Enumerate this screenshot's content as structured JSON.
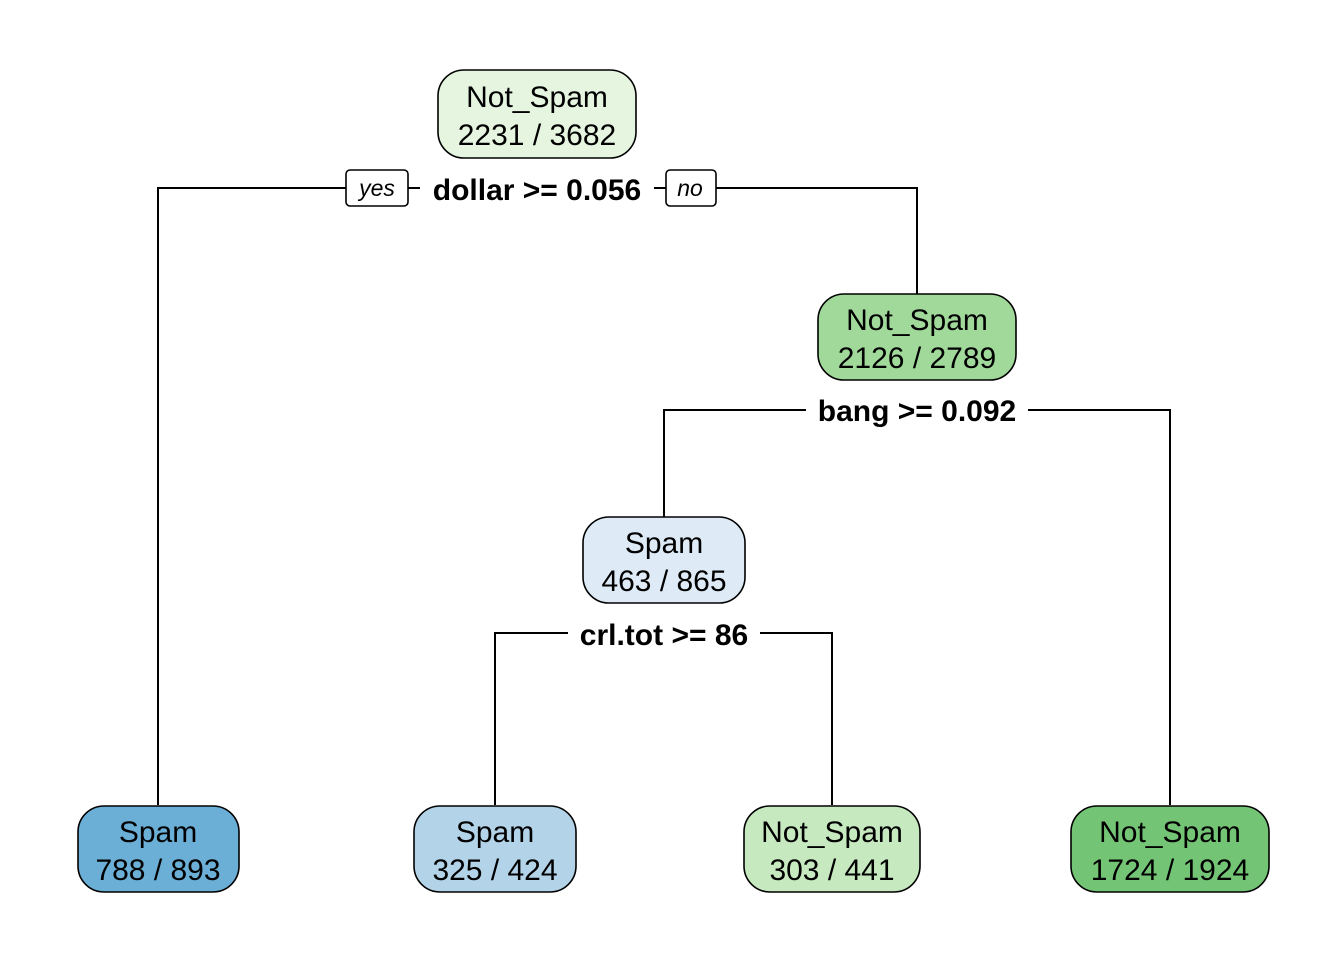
{
  "tree": {
    "branch_labels": {
      "yes": "yes",
      "no": "no"
    },
    "colors": {
      "spam_dark": "#6BAED6",
      "spam_mid": "#B3D3E8",
      "spam_light": "#DEEBF7",
      "not_spam_dark": "#74C476",
      "not_spam_mid": "#A1D99B",
      "not_spam_light": "#C7E9C0",
      "not_spam_pale": "#E5F5E0",
      "outline": "#000000"
    },
    "nodes": [
      {
        "id": "root",
        "label": "Not_Spam",
        "counts": "2231 / 3682",
        "fill": "#E5F5E0"
      },
      {
        "id": "n2",
        "label": "Not_Spam",
        "counts": "2126 / 2789",
        "fill": "#A1D99B"
      },
      {
        "id": "n3",
        "label": "Spam",
        "counts": "463 / 865",
        "fill": "#DEEBF7"
      },
      {
        "id": "leaf1",
        "label": "Spam",
        "counts": "788 / 893",
        "fill": "#6BAED6"
      },
      {
        "id": "leaf2",
        "label": "Spam",
        "counts": "325 / 424",
        "fill": "#B3D3E8"
      },
      {
        "id": "leaf3",
        "label": "Not_Spam",
        "counts": "303 / 441",
        "fill": "#C7E9C0"
      },
      {
        "id": "leaf4",
        "label": "Not_Spam",
        "counts": "1724 / 1924",
        "fill": "#74C476"
      }
    ],
    "splits": [
      {
        "id": "s1",
        "text": "dollar >= 0.056"
      },
      {
        "id": "s2",
        "text": "bang >= 0.092"
      },
      {
        "id": "s3",
        "text": "crl.tot >= 86"
      }
    ]
  }
}
